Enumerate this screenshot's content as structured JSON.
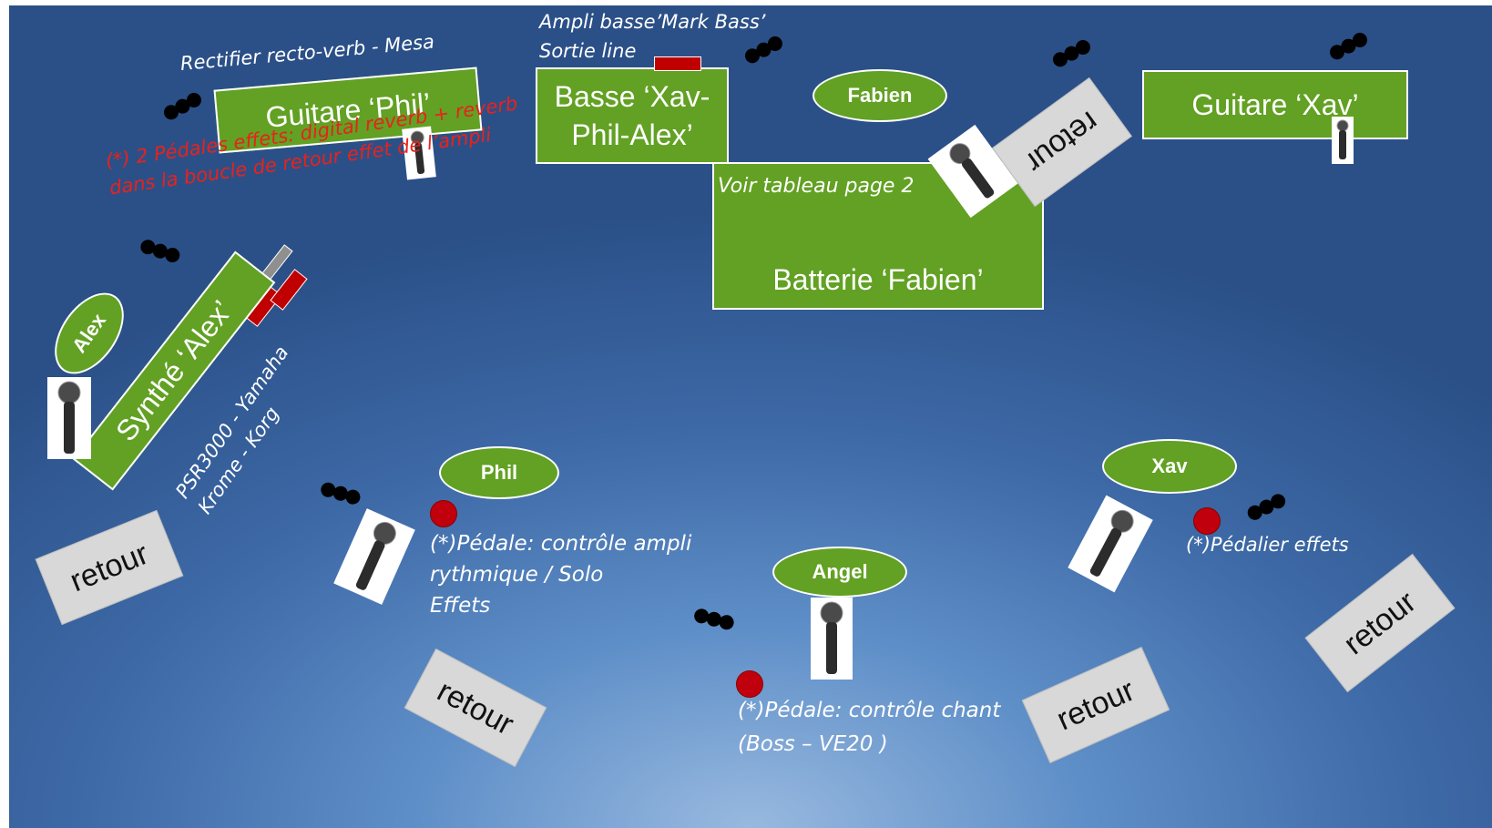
{
  "colors": {
    "stage_top": "#2b5088",
    "stage_bottom": "#98b9df",
    "element_green": "#62a123",
    "pedal_red": "#c0000c",
    "retour_gray": "#d8d8d8"
  },
  "elements": {
    "guitare_phil": "Guitare ‘Phil’",
    "basse_line1": "Basse ‘Xav-",
    "basse_line2": "Phil-Alex’",
    "batterie": "Batterie ‘Fabien’",
    "guitare_xav": "Guitare ‘Xav’",
    "synthe": "Synthé ‘Alex’"
  },
  "musicians": {
    "fabien": "Fabien",
    "alex": "Alex",
    "phil": "Phil",
    "angel": "Angel",
    "xav": "Xav"
  },
  "retour_label": "retour",
  "notes": {
    "ampli_basse_line1": "Ampli basse’Mark Bass’",
    "ampli_basse_line2": "Sortie line",
    "rectifier": "Rectifier recto-verb - Mesa",
    "pedales_line1": "(*) 2 Pédales effets: digital reverb + reverb",
    "pedales_line2": "dans la boucle de retour effet de l’ampli",
    "voir_tableau": "Voir tableau page 2",
    "psr_line1": "PSR3000 - Yamaha",
    "psr_line2": "Krome - Korg",
    "phil_pedal_line1": "(*)Pédale: contrôle ampli",
    "phil_pedal_line2": "rythmique / Solo",
    "phil_pedal_line3": "Effets",
    "angel_pedal_line1": "(*)Pédale: contrôle chant",
    "angel_pedal_line2": "(Boss – VE20 )",
    "xav_pedal": "(*)Pédalier effets"
  },
  "icons": {
    "microphone": "microphone-icon",
    "power_outlets": "power-outlet-icon",
    "pedal": "pedal-dot-icon"
  }
}
